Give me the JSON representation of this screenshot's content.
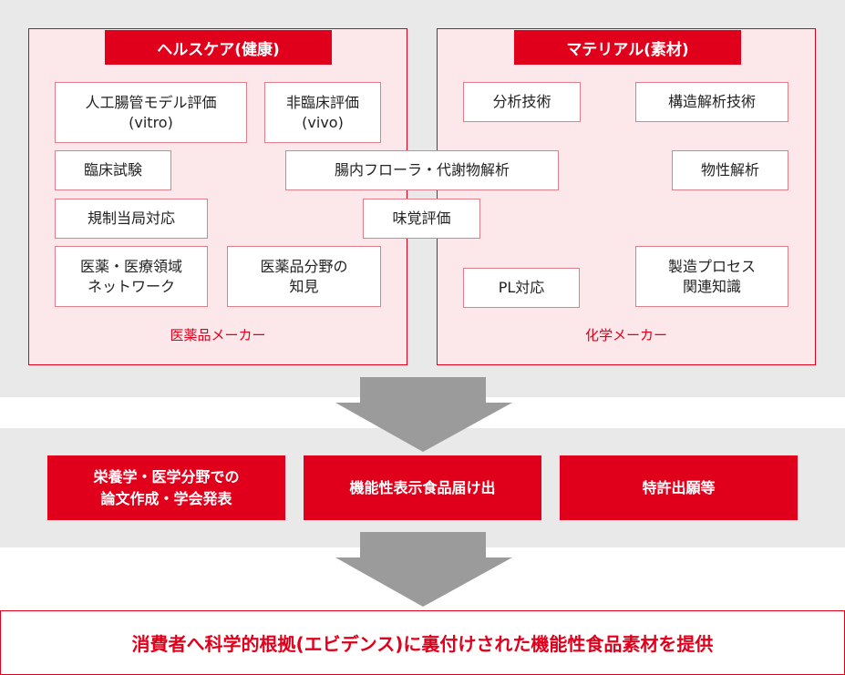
{
  "colors": {
    "accent": "#e0001b",
    "panel_fill": "#fce7ea",
    "band": "#e9e9e9",
    "arrow": "#9b9b9b"
  },
  "health": {
    "title": "ヘルスケア(健康)",
    "footer": "医薬品メーカー",
    "items": [
      "人工腸管モデル評価\n(vitro)",
      "非臨床評価\n(vivo)",
      "臨床試験",
      "規制当局対応",
      "医薬・医療領域\nネットワーク",
      "医薬品分野の\n知見"
    ]
  },
  "material": {
    "title": "マテリアル(素材)",
    "footer": "化学メーカー",
    "items": [
      "分析技術",
      "構造解析技術",
      "物性解析",
      "PL対応",
      "製造プロセス\n関連知識"
    ]
  },
  "shared": {
    "flora": "腸内フローラ・代謝物解析",
    "taste": "味覚評価"
  },
  "outcomes": [
    "栄養学・医学分野での\n論文作成・学会発表",
    "機能性表示食品届け出",
    "特許出願等"
  ],
  "final": "消費者へ科学的根拠(エビデンス)に裏付けされた機能性食品素材を提供"
}
